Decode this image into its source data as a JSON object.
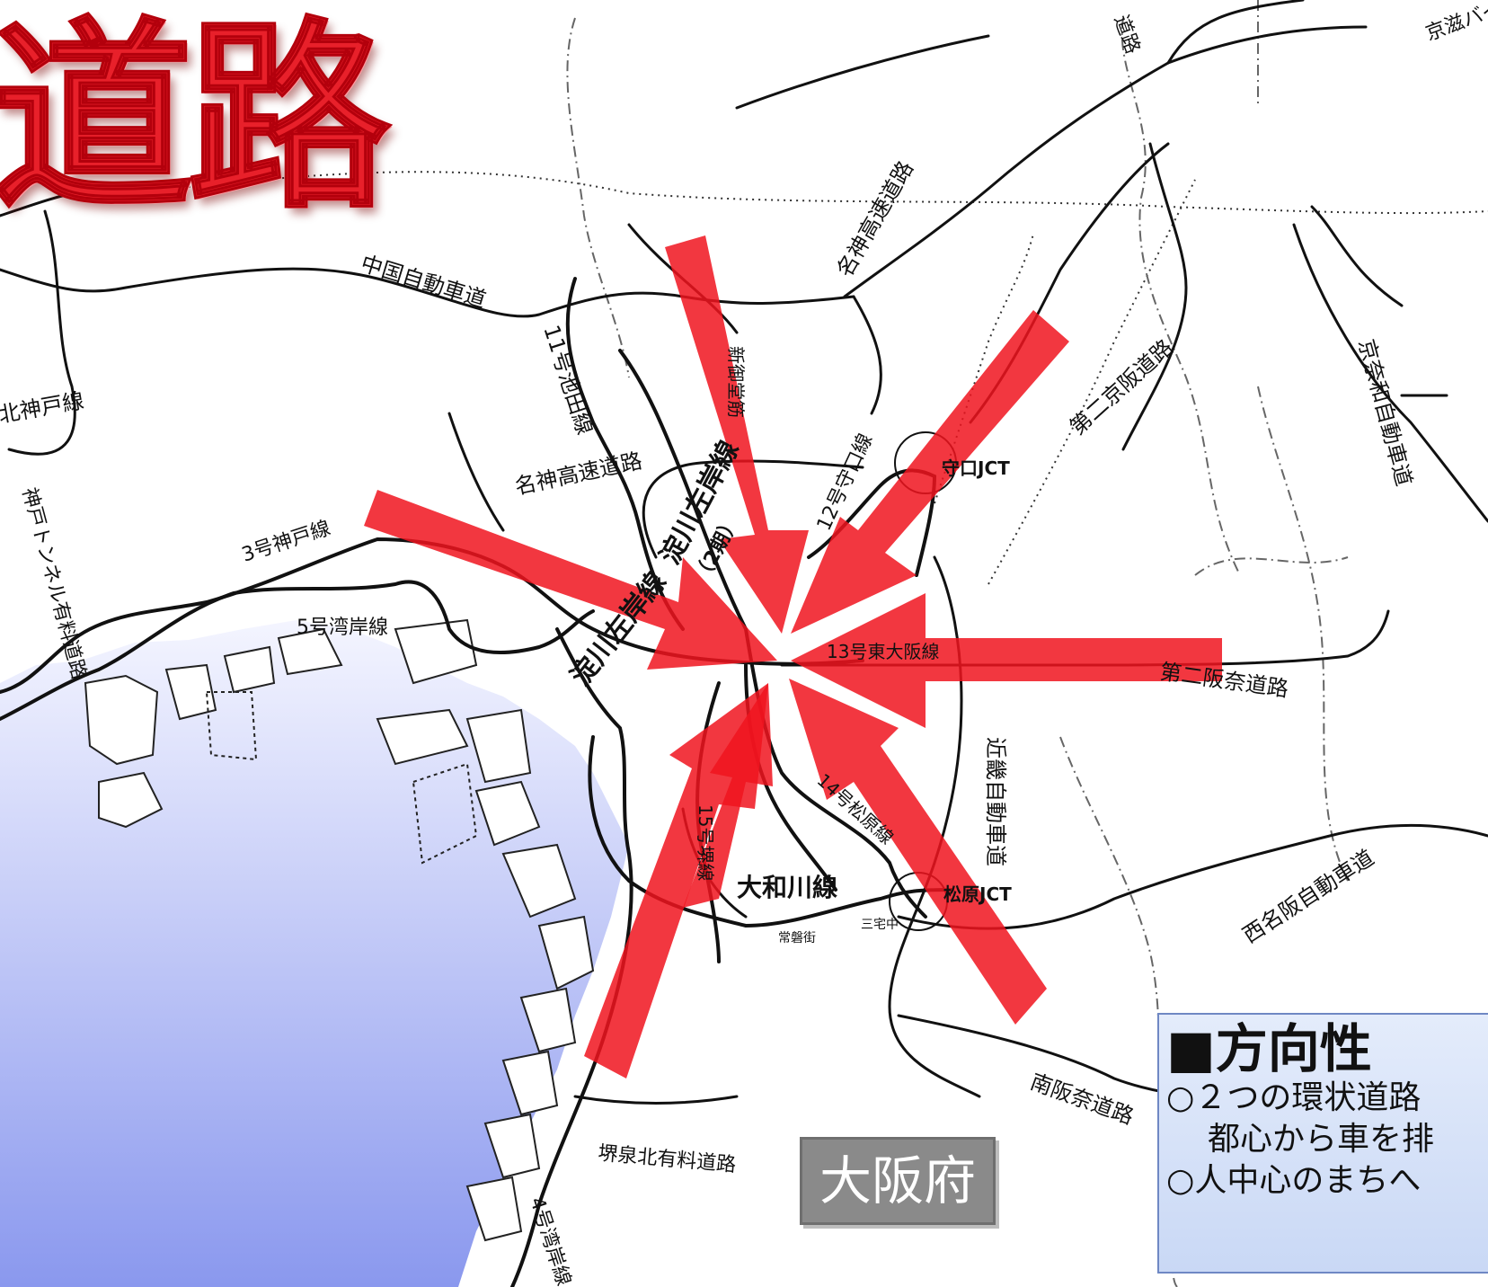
{
  "title": "道路",
  "prefecture_label": "大阪府",
  "road_labels": {
    "chugoku": "中国自動車道",
    "meishin_left": "名神高速道路",
    "meishin_top": "名神高速道路",
    "daini_keihan": "第二京阪道路",
    "keinawa": "京奈和自動車道",
    "ikeda": "11号池田線",
    "kobe3": "3号神戸線",
    "wangan5": "5号湾岸線",
    "kitakobe": "北神戸線",
    "kobe_tunnel": "神戸トンネル有料道路",
    "shin_midosuji": "新御堂筋",
    "yodogawa_sagan_top": "淀川左岸線",
    "yodogawa_sagan_top_sub": "（2期）",
    "yodogawa_sagan_mid": "淀川左岸線",
    "moriguchi": "12号守口線",
    "moriguchi_jct": "守口JCT",
    "higashi_osaka": "13号東大阪線",
    "daini_hanna": "第二阪奈道路",
    "kinki": "近畿自動車道",
    "matsubara": "14号松原線",
    "sakai15": "15号堺線",
    "yamatogawa": "大和川線",
    "matsubara_jct": "松原JCT",
    "nishi_meihan": "西名阪自動車道",
    "minami_hanna": "南阪奈道路",
    "senboku": "堺泉北有料道路",
    "wangan4": "4号湾岸線",
    "keishiga": "京滋バイパス",
    "top_road": "道路",
    "sanpei": "三宅中",
    "tokiwa": "常磐街"
  },
  "info_box": {
    "heading": "■方向性",
    "line1": "○２つの環状道路",
    "line2": "都心から車を排",
    "line3": "○人中心のまちへ"
  },
  "colors": {
    "arrow": "#f0141e",
    "title": "#e8202a",
    "sea_top": "#f2f4ff",
    "sea_bottom": "#8f9cf0",
    "road": "#111111"
  }
}
